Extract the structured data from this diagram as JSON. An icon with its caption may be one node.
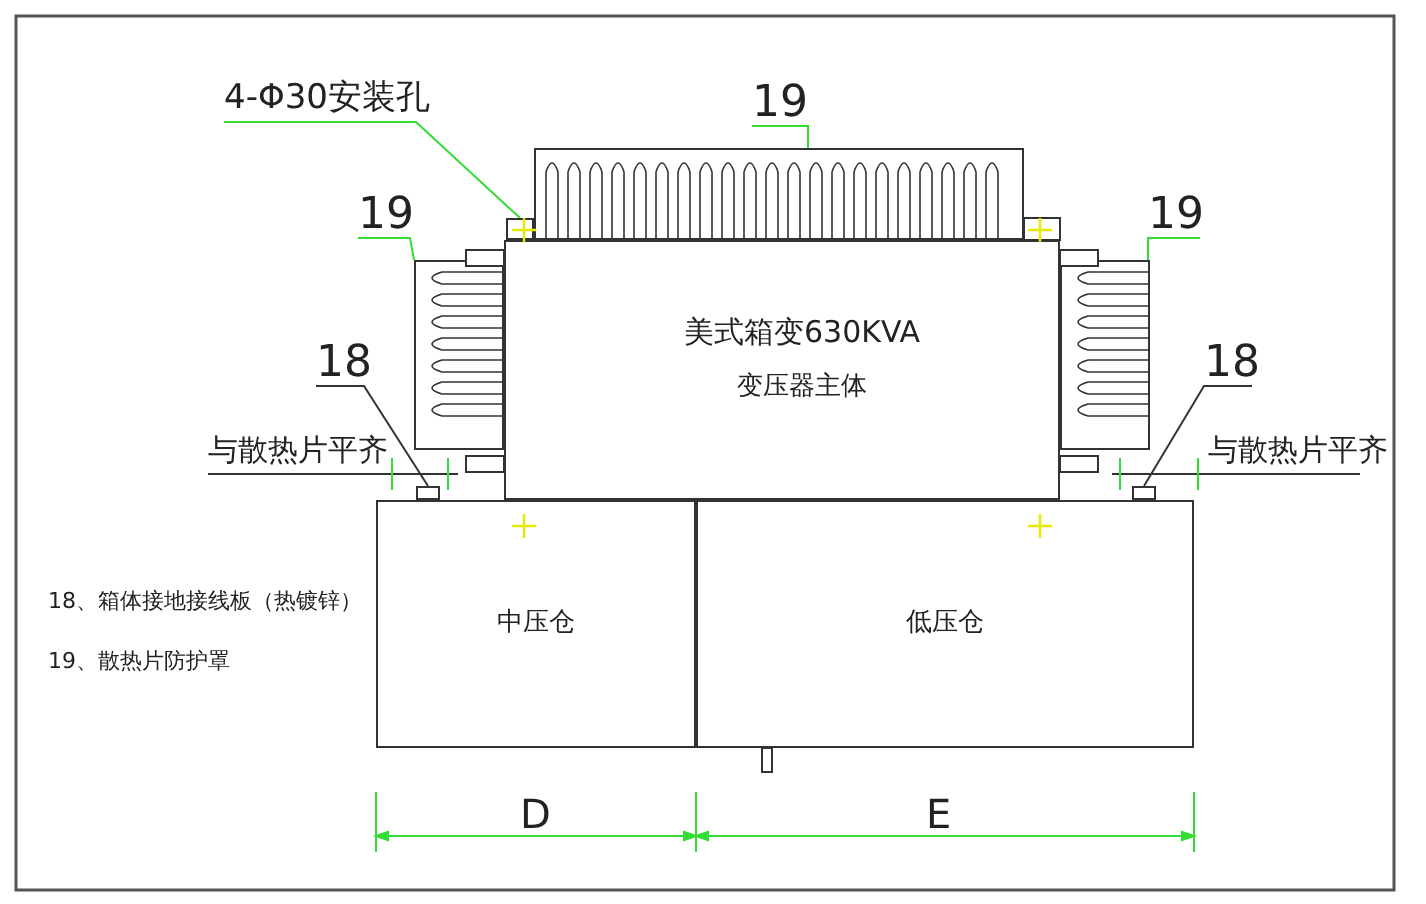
{
  "diagram": {
    "nodes": [
      {
        "text": [
          "4-Φ30安装孔"
        ]
      },
      {
        "text": [
          "19"
        ]
      },
      {
        "text": [],
        "shape": "box"
      },
      {
        "text": [],
        "shape": "picture"
      },
      {
        "text": [
          "19"
        ]
      },
      {
        "text": [
          "19"
        ]
      },
      {
        "text": [],
        "shape": "picture"
      },
      {
        "text": [
          "美式箱变630KVA",
          "变压器主体"
        ]
      },
      {
        "text": [],
        "shape": "picture"
      },
      {
        "text": [
          "18"
        ]
      },
      {
        "text": [
          "18"
        ]
      },
      {
        "text": [],
        "shape": "box"
      },
      {
        "text": [],
        "shape": "box"
      },
      {
        "text": [
          "中压仓"
        ]
      },
      {
        "text": [
          "低压仓"
        ]
      }
    ],
    "edges": [
      {
        "from": 0,
        "to": 2,
        "arrow": "none"
      },
      {
        "from": 1,
        "to": 3,
        "arrow": "none"
      },
      {
        "from": 4,
        "to": 6,
        "arrow": "none"
      },
      {
        "from": 5,
        "to": 8,
        "arrow": "none"
      },
      {
        "from": 9,
        "to": 11,
        "arrow": "none",
        "color": "#333333"
      },
      {
        "from": 10,
        "to": 12,
        "arrow": "none",
        "color": "#333333"
      }
    ],
    "labels": [
      "与散热片平齐",
      "与散热片平齐",
      "18、箱体接地接线板（热镀锌）",
      "19、散热片防护罩",
      "D",
      "E"
    ]
  }
}
